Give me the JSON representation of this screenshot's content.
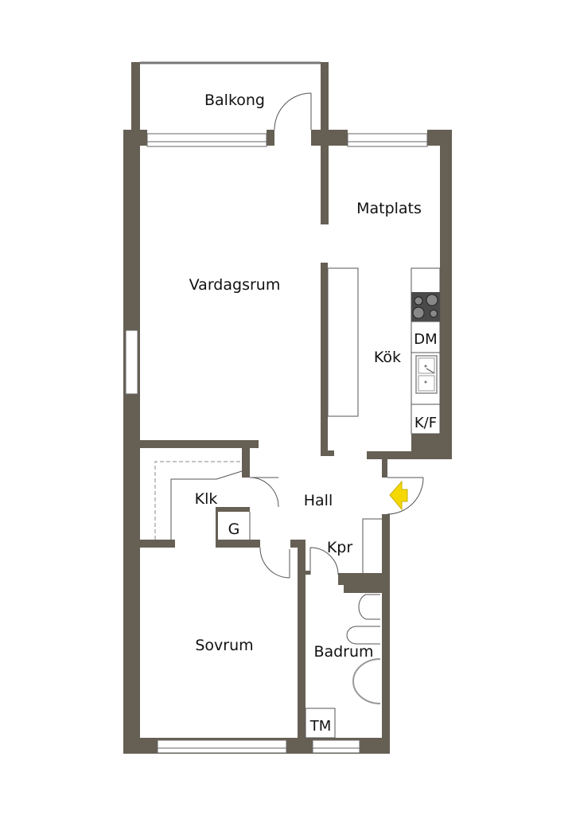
{
  "rooms": {
    "balkong": "Balkong",
    "matplats": "Matplats",
    "vardagsrum": "Vardagsrum",
    "kok": "Kök",
    "hall": "Hall",
    "klk": "Klk",
    "g": "G",
    "kpr": "Kpr",
    "sovrum": "Sovrum",
    "badrum": "Badrum"
  },
  "fixtures": {
    "dm": "DM",
    "kf": "K/F",
    "tm": "TM"
  },
  "colors": {
    "wall": "#665f54",
    "entrance_arrow": "#f5d800"
  }
}
